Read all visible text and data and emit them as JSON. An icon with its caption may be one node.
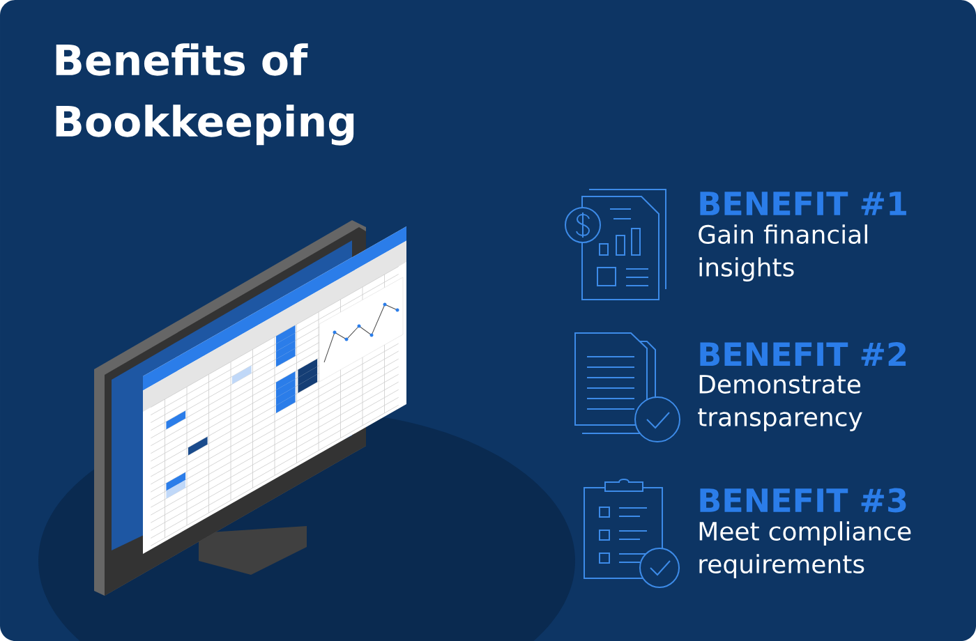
{
  "diagram": {
    "title": "Benefits of Bookkeeping",
    "labels": [
      "BENEFIT #1",
      "Gain financial insights",
      "BENEFIT #2",
      "Demonstrate transparency",
      "BENEFIT #3",
      "Meet compliance requirements"
    ]
  }
}
